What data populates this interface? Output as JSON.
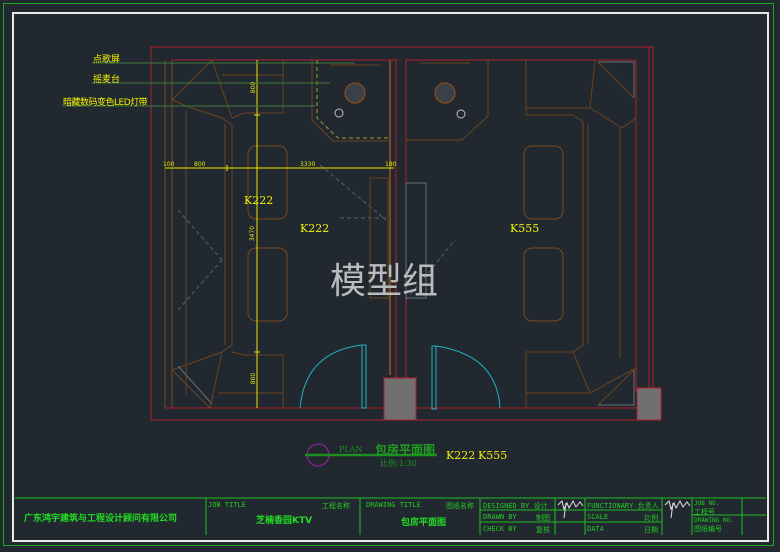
{
  "watermark": "模型组",
  "callouts": [
    {
      "text": "点歌屏"
    },
    {
      "text": "摇麦台"
    },
    {
      "text": "暗藏数码变色LED灯带"
    }
  ],
  "dimensions": {
    "horizontal": [
      "100",
      "800",
      "3330",
      "180"
    ],
    "vertical": [
      "800",
      "3470",
      "800"
    ]
  },
  "room_labels": {
    "left_inner": "K222",
    "left_main": "K222",
    "right_main": "K555"
  },
  "plan_title": {
    "tag": "PLAN",
    "title": "包房平面图",
    "scale": "比例:1:30",
    "rooms": [
      "K222",
      "K555"
    ]
  },
  "title_block": {
    "company": "广东鸿宇建筑与工程设计顾问有限公司",
    "job_title_label": "JOB TITLE",
    "job_title_cn": "工程名称",
    "job_title_value": "芝楠香园KTV",
    "drawing_title_label": "DRAWING TITLE",
    "drawing_title_cn": "图纸名称",
    "drawing_title_value": "包房平面图",
    "designed_by": "DESIGNED BY 设计",
    "drawn_by_en": "DRAWN BY",
    "drawn_by_cn": "制图",
    "check_by_en": "CHECK BY",
    "check_by_cn": "复核",
    "functionary": "FUNCTIONARY 负责人",
    "scale_en": "SCALE",
    "scale_cn": "比例",
    "date_en": "DATA",
    "date_cn": "日期",
    "job_no_en": "JOB NO.",
    "job_no_cn": "工程号",
    "drawing_no_en": "DRAWING NO.",
    "drawing_no_cn": "图纸编号"
  },
  "colors": {
    "background": "#212830",
    "wall": "#b0202a",
    "furniture": "#7a4a1e",
    "dimension": "#e6e600",
    "title_block": "#1fbf1f",
    "door": "#20b0c0",
    "column": "#707070"
  }
}
